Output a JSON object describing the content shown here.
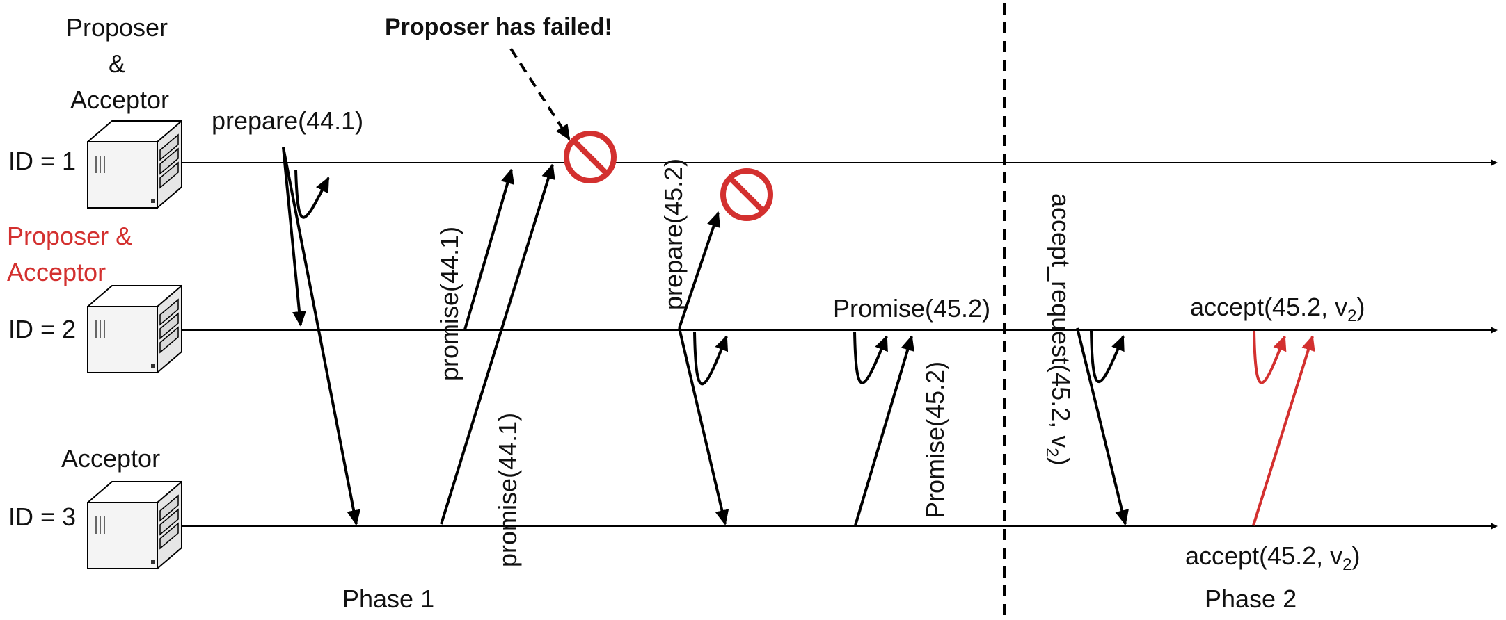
{
  "nodes": [
    {
      "id_label": "ID = 1",
      "role_lines": [
        "Proposer",
        "&",
        "Acceptor"
      ],
      "role_color": "#111111"
    },
    {
      "id_label": "ID = 2",
      "role_lines": [
        "Proposer &",
        "Acceptor"
      ],
      "role_color": "#d3302f"
    },
    {
      "id_label": "ID = 3",
      "role_lines": [
        "Acceptor"
      ],
      "role_color": "#111111"
    }
  ],
  "failure_note": "Proposer has failed!",
  "messages": {
    "prepare_1": "prepare(44.1)",
    "promise_2": "promise(44.1)",
    "promise_3": "promise(44.1)",
    "prepare_2": "prepare(45.2)",
    "promise_45_top": "Promise(45.2)",
    "promise_45_side": "Promise(45.2)",
    "accept_request": "accept_request(45.2, v",
    "accept_request_sub": "2",
    "accept_request_close": ")",
    "accept_2": "accept(45.2, v",
    "accept_2_sub": "2",
    "accept_2_close": ")",
    "accept_3": "accept(45.2, v",
    "accept_3_sub": "2",
    "accept_3_close": ")"
  },
  "phases": {
    "phase1": "Phase 1",
    "phase2": "Phase 2"
  },
  "colors": {
    "accent": "#d3302f",
    "line": "#000000"
  },
  "icons": {
    "server": "server-icon",
    "failed": "no-entry-icon"
  }
}
